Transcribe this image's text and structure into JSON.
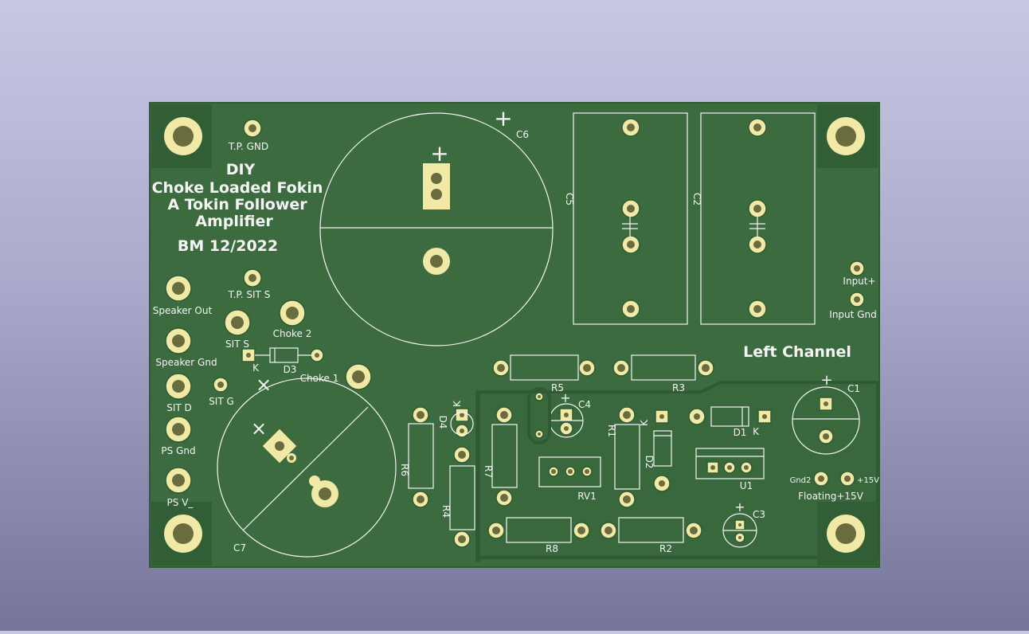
{
  "colors": {
    "board": "#3d6b40",
    "board_edge": "#2f5a34",
    "copper_zone": "#356238",
    "pad_gold": "#f1e9a6",
    "pad_hole": "#6b6b40",
    "silkscreen": "#f4f4f4"
  },
  "board_text": {
    "line1": "DIY",
    "line2": "Choke Loaded Fokin",
    "line3": "A Tokin Follower",
    "line4": "Amplifier",
    "date": "BM 12/2022",
    "channel": "Left Channel"
  },
  "labels": {
    "tp_gnd": "T.P. GND",
    "tp_sit_s": "T.P. SIT S",
    "speaker_out": "Speaker Out",
    "speaker_gnd": "Speaker Gnd",
    "sit_d": "SIT D",
    "sit_g": "SIT G",
    "sit_s": "SIT S",
    "ps_gnd": "PS Gnd",
    "ps_v": "PS V_",
    "choke1": "Choke 1",
    "choke2": "Choke 2",
    "input_plus": "Input+",
    "input_gnd": "Input Gnd",
    "gnd2": "Gnd2",
    "plus15v": "+15V",
    "floating": "Floating+15V"
  },
  "refdes": {
    "c1": "C1",
    "c2": "C2",
    "c3": "C3",
    "c4": "C4",
    "c5": "C5",
    "c6": "C6",
    "c7": "C7",
    "r1": "R1",
    "r2": "R2",
    "r3": "R3",
    "r4": "R4",
    "r5": "R5",
    "r6": "R6",
    "r7": "R7",
    "r8": "R8",
    "d1": "D1",
    "d2": "D2",
    "d3": "D3",
    "d4": "D4",
    "u1": "U1",
    "rv1": "RV1",
    "k": "K",
    "plus": "+",
    "cross": "×"
  }
}
